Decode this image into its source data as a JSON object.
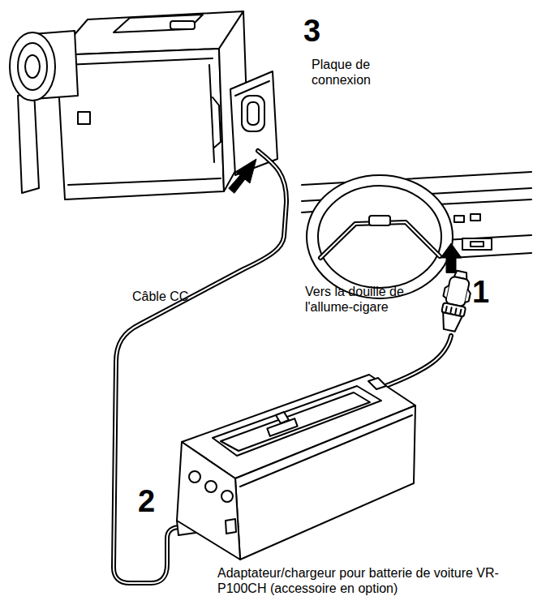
{
  "diagram": {
    "labels": [
      "3",
      "Plaque de connexion",
      "Vers la douille de l'allume-cigare",
      "1",
      "Câble CC",
      "2",
      "Adaptateur/chargeur pour batterie de voiture VR-P100CH (accessoire en option)"
    ]
  }
}
